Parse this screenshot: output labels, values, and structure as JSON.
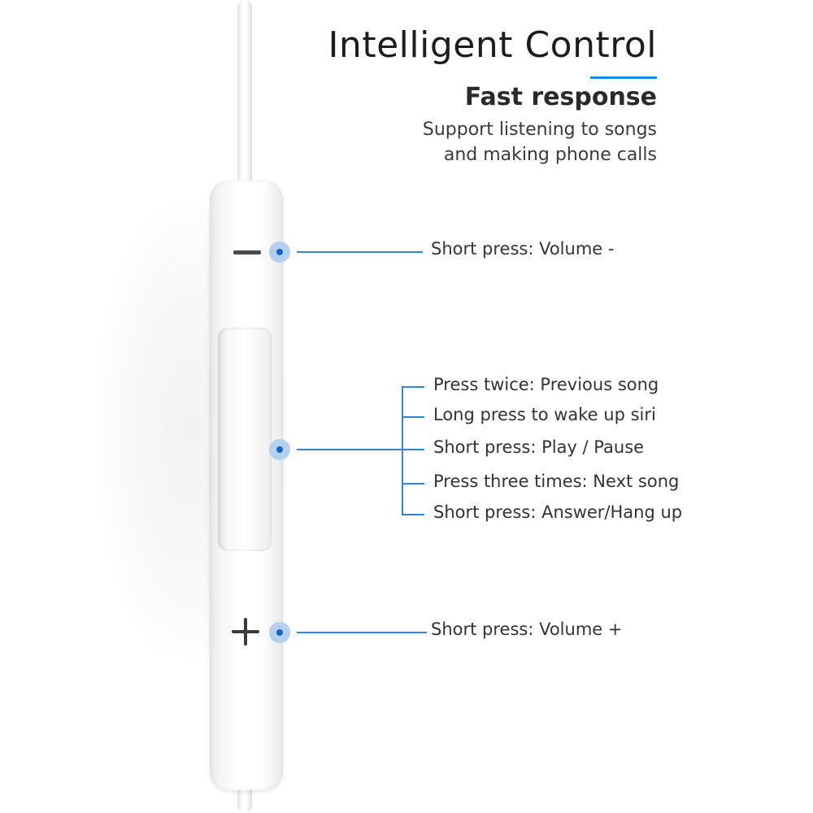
{
  "header": {
    "title": "Intelligent Control",
    "subtitle": "Fast response",
    "description_lines": [
      "Support listening to songs",
      "and making phone calls"
    ]
  },
  "controls": {
    "volume_down": {
      "symbol": "−",
      "label": "Short press: Volume -"
    },
    "center_button": {
      "labels": [
        "Press twice: Previous song",
        "Long press to wake up siri",
        "Short press: Play / Pause",
        "Press three times: Next song",
        "Short press: Answer/Hang up"
      ]
    },
    "volume_up": {
      "symbol": "+",
      "label": "Short press: Volume +"
    }
  },
  "colors": {
    "accent": "#1e88e5",
    "dot_fill": "#b4cff0",
    "dot_center": "#1565c0"
  }
}
